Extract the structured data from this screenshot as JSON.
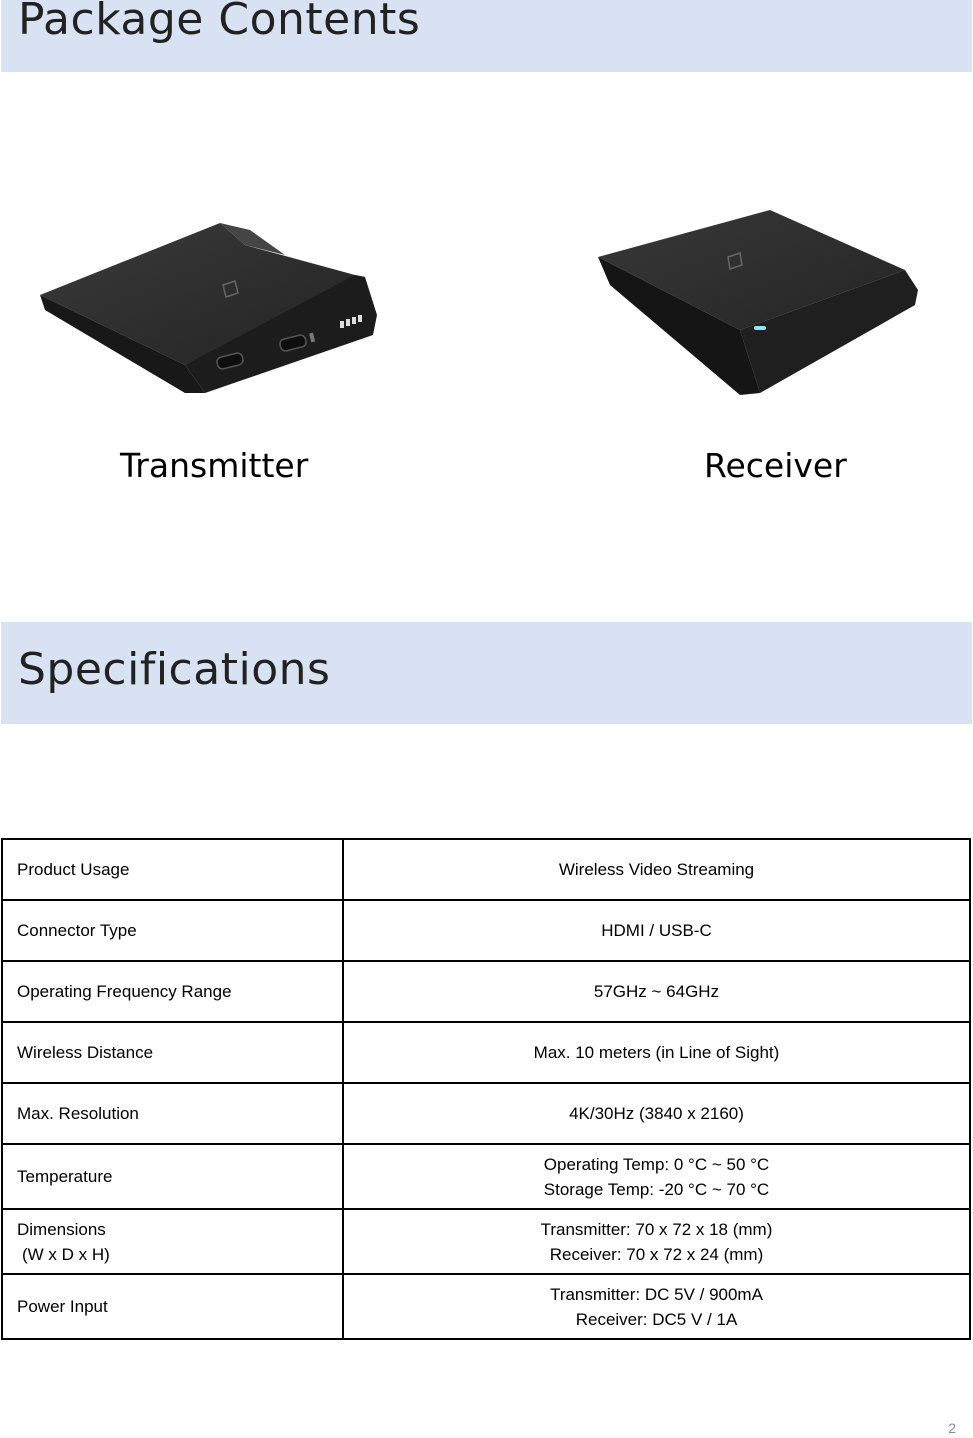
{
  "package_section": {
    "title": "Package Contents",
    "items": [
      {
        "label": "Transmitter",
        "icon": "transmitter-device-icon"
      },
      {
        "label": "Receiver",
        "icon": "receiver-device-icon"
      }
    ]
  },
  "specifications_section": {
    "title": "Specifications",
    "rows": [
      {
        "key": [
          "Product Usage"
        ],
        "value": [
          "Wireless Video Streaming"
        ]
      },
      {
        "key": [
          "Connector Type"
        ],
        "value": [
          "HDMI / USB-C"
        ]
      },
      {
        "key": [
          "Operating Frequency Range"
        ],
        "value": [
          "57GHz ~ 64GHz"
        ]
      },
      {
        "key": [
          "Wireless Distance"
        ],
        "value": [
          "Max. 10 meters (in Line of Sight)"
        ]
      },
      {
        "key": [
          "Max. Resolution"
        ],
        "value": [
          "4K/30Hz (3840 x 2160)"
        ]
      },
      {
        "key": [
          "Temperature"
        ],
        "value": [
          "Operating Temp: 0 °C ~ 50 °C",
          "Storage Temp: -20 °C ~ 70 °C"
        ]
      },
      {
        "key": [
          "Dimensions",
          "(W x D x H)"
        ],
        "value": [
          "Transmitter: 70 x 72 x 18 (mm)",
          "Receiver: 70 x 72 x 24 (mm)"
        ]
      },
      {
        "key": [
          "Power Input"
        ],
        "value": [
          "Transmitter: DC 5V / 900mA",
          "Receiver: DC5 V / 1A"
        ]
      }
    ]
  },
  "page_number": "2",
  "colors": {
    "banner_background": "#d9e2f3",
    "device_body": "#2b2b2b",
    "table_border": "#000000"
  }
}
